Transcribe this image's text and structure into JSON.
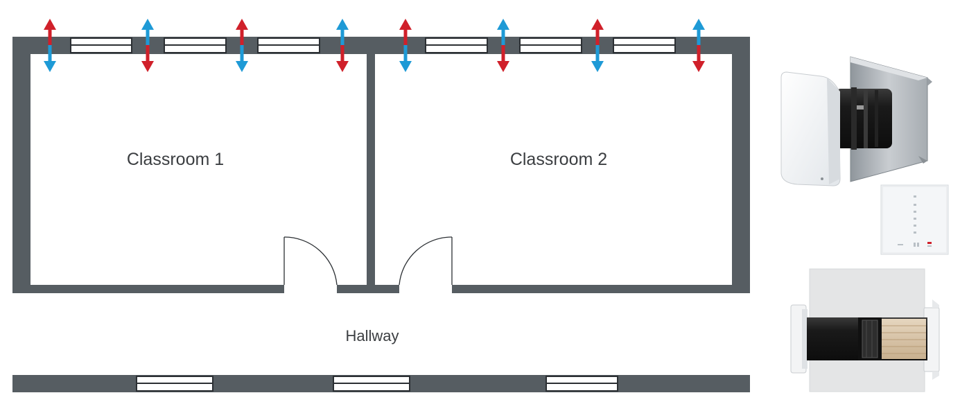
{
  "rooms": {
    "classroom1": "Classroom 1",
    "classroom2": "Classroom 2",
    "hallway": "Hallway"
  },
  "colors": {
    "wall": "#565d62",
    "arrow_red": "#d0202a",
    "arrow_blue": "#1e9ad6",
    "window_frame": "#2b2f33"
  },
  "airflow_arrows": [
    {
      "top": "red",
      "bottom": "blue"
    },
    {
      "top": "blue",
      "bottom": "red"
    },
    {
      "top": "red",
      "bottom": "blue"
    },
    {
      "top": "blue",
      "bottom": "red"
    },
    {
      "top": "red",
      "bottom": "blue"
    },
    {
      "top": "blue",
      "bottom": "red"
    },
    {
      "top": "red",
      "bottom": "blue"
    },
    {
      "top": "blue",
      "bottom": "red"
    }
  ],
  "products": [
    {
      "icon": "wall-ventilator-unit-icon"
    },
    {
      "icon": "control-panel-icon"
    },
    {
      "icon": "ventilator-cross-section-icon"
    }
  ]
}
